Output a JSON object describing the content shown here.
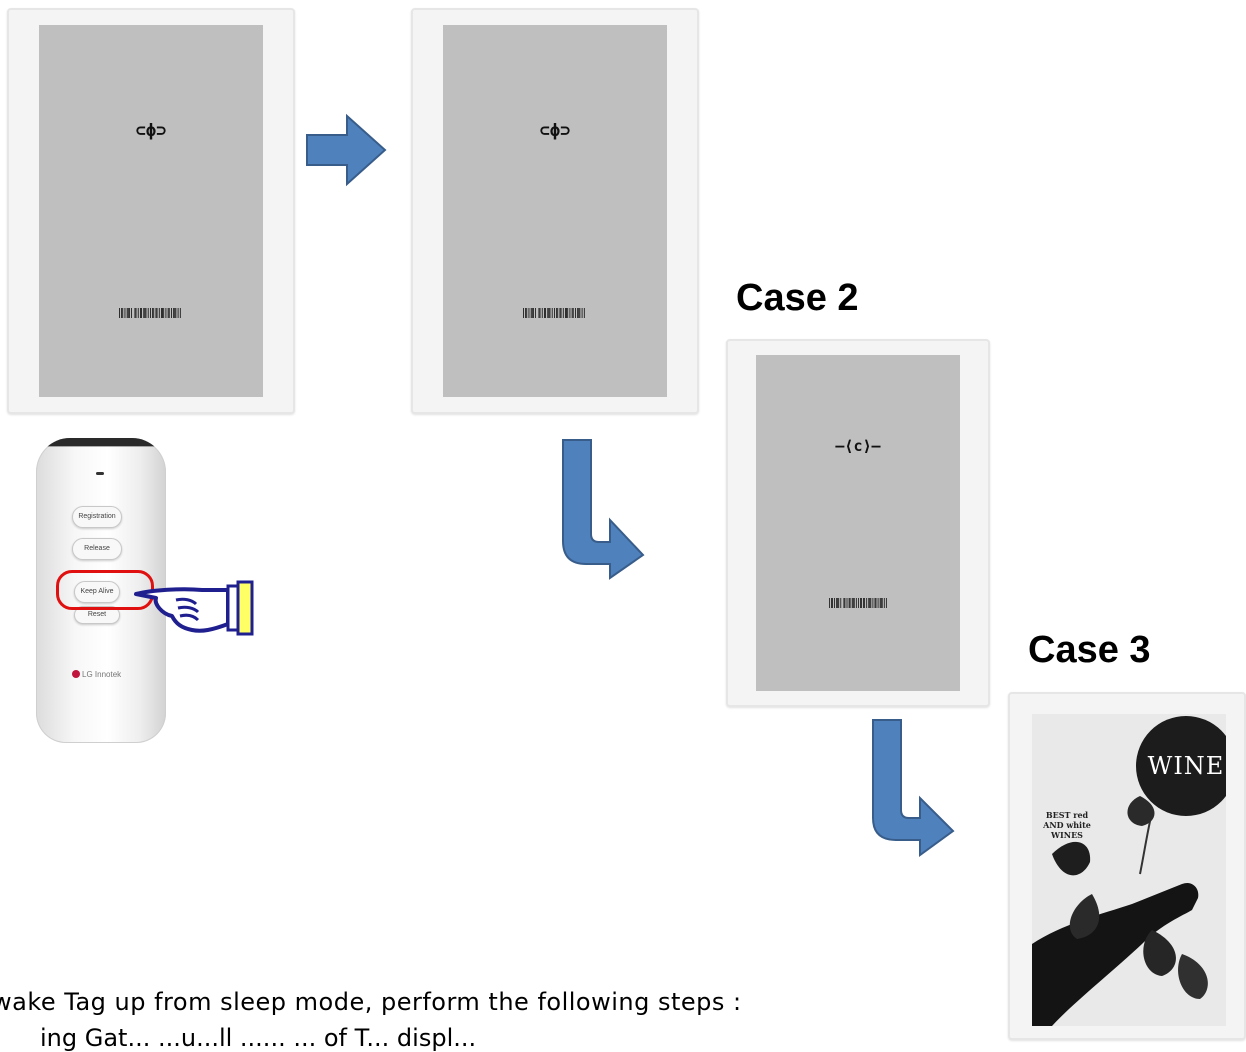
{
  "tags": [
    {
      "name": "tag-1",
      "icon": "⊂ϕ⊃",
      "icon_name": "power-icon"
    },
    {
      "name": "tag-2",
      "icon": "⊂ϕ⊃",
      "icon_name": "power-icon"
    },
    {
      "name": "tag-case-2",
      "icon": "‒⟨c⟩‒",
      "icon_name": "link-icon"
    }
  ],
  "cases": {
    "case2": "Case 2",
    "case3": "Case 3"
  },
  "remote": {
    "buttons": [
      "Registration",
      "Release",
      "Keep Alive",
      "Reset"
    ],
    "highlighted": "Keep Alive",
    "logo": "LG Innotek"
  },
  "wine_display": {
    "title": "WINE",
    "line1": "BEST red",
    "line2": "AND white WINES"
  },
  "caption": {
    "line1": "wake Tag up from sleep mode, perform the following steps :",
    "line2": "ing Gat... ...u...ll ...... ... of T... displ..."
  },
  "colors": {
    "arrow": "#4f81bd",
    "arrow_outline": "#385d8a",
    "hand": "#1f1f8f",
    "highlight": "#e01010",
    "screen": "#bfbfbf"
  }
}
